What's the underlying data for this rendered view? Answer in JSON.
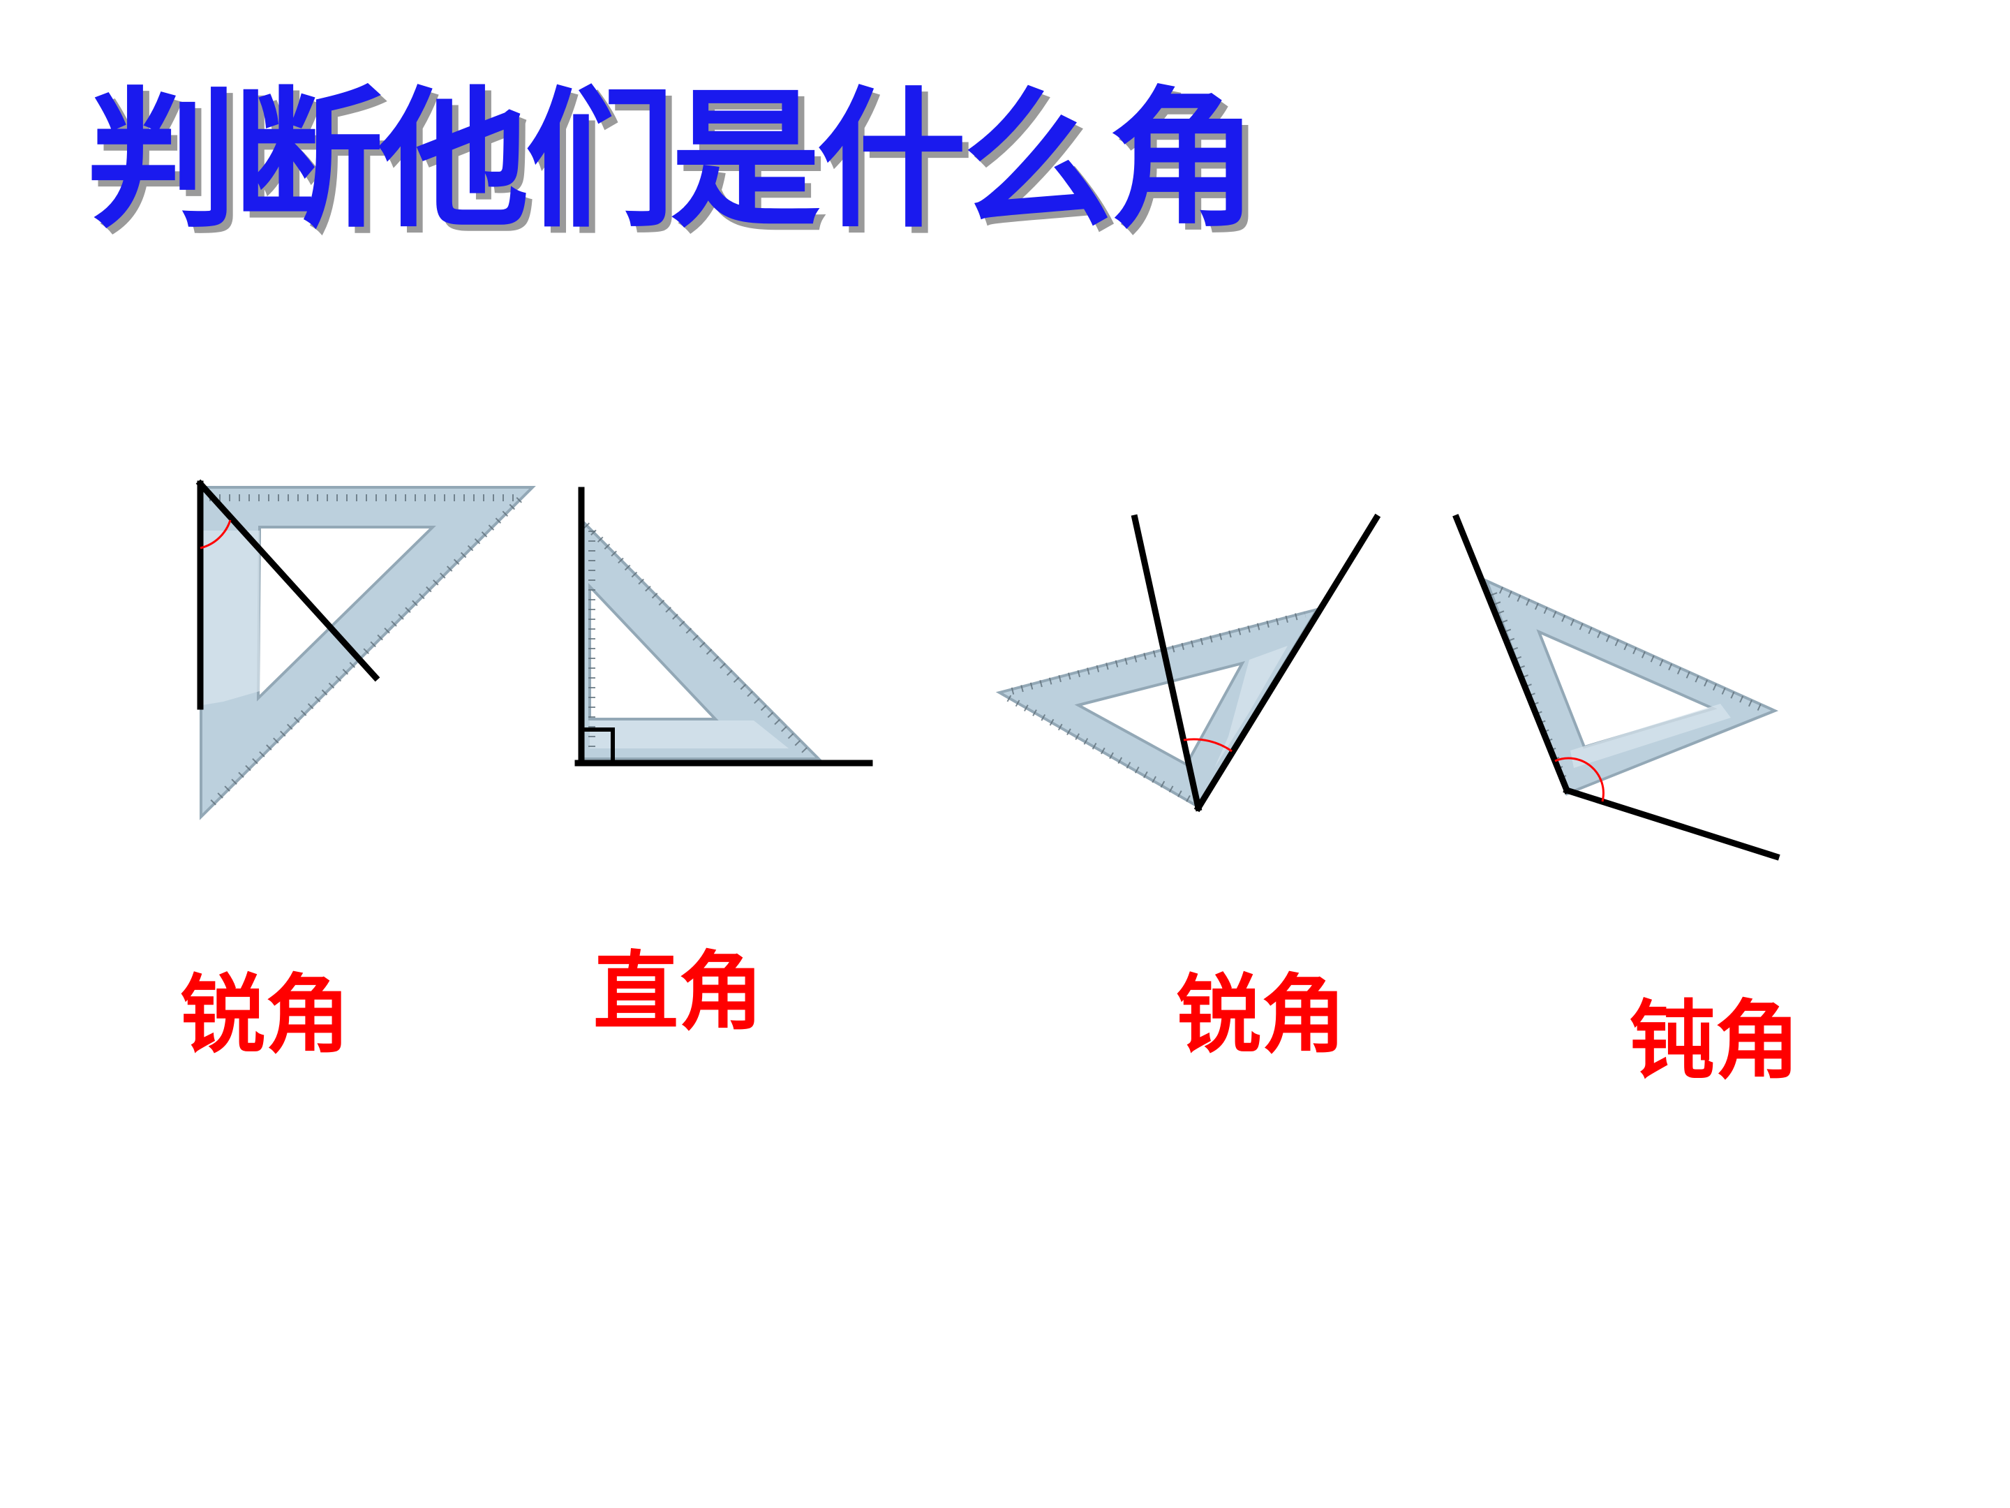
{
  "slide": {
    "title": "判断他们是什么角",
    "title_color": "#1a1aee",
    "label_color": "#ff0000",
    "answers": [
      "锐角",
      "直角",
      "锐角",
      "钝角"
    ]
  },
  "colors": {
    "ruler_fill": "#b9cedc",
    "ruler_edge": "#8ea4b3",
    "ruler_inner": "#d9e6ee",
    "line": "#000000",
    "arc": "#ff0000"
  }
}
